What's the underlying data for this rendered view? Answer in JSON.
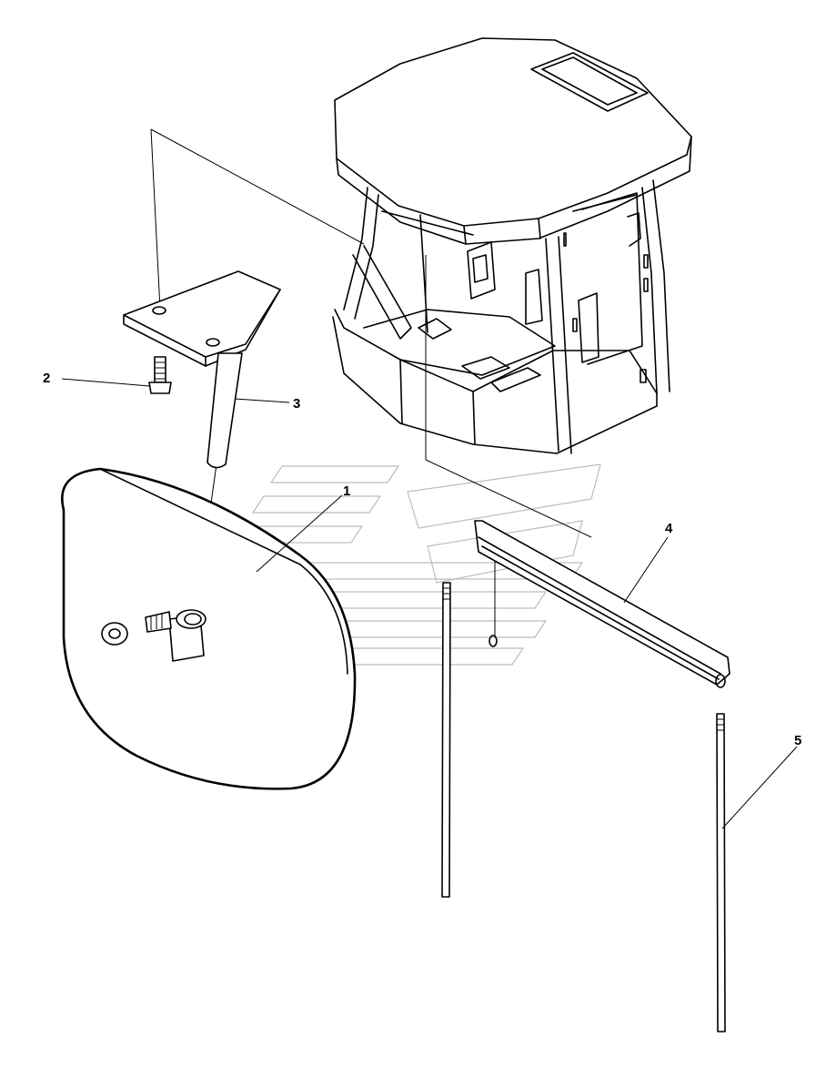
{
  "callouts": [
    {
      "label": "1"
    },
    {
      "label": "2"
    },
    {
      "label": "3"
    },
    {
      "label": "4"
    },
    {
      "label": "5"
    }
  ]
}
